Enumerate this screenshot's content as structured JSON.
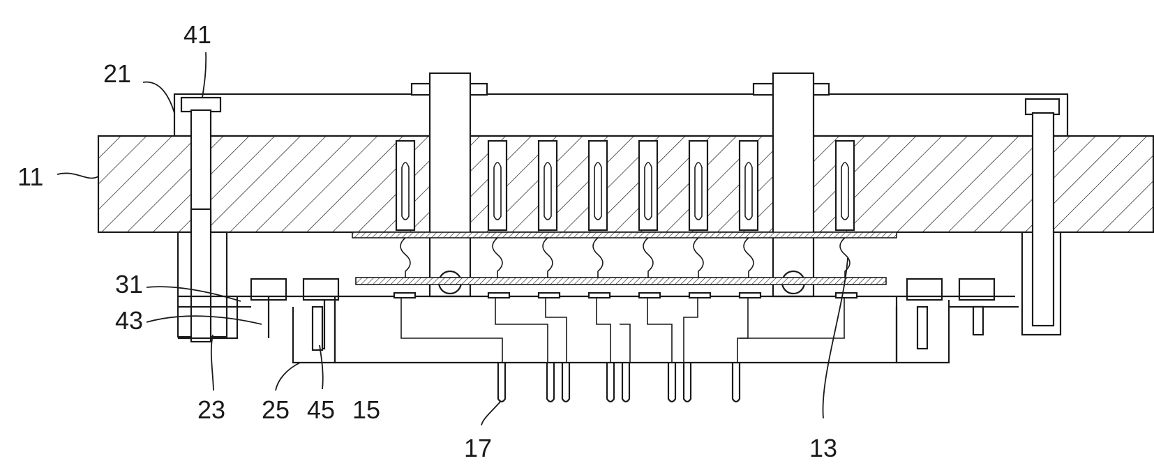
{
  "figure": {
    "labels": {
      "l41": "41",
      "l21": "21",
      "l11": "11",
      "l31": "31",
      "l43": "43",
      "l23": "23",
      "l25": "25",
      "l45": "45",
      "l15": "15",
      "l17": "17",
      "l13": "13"
    }
  }
}
